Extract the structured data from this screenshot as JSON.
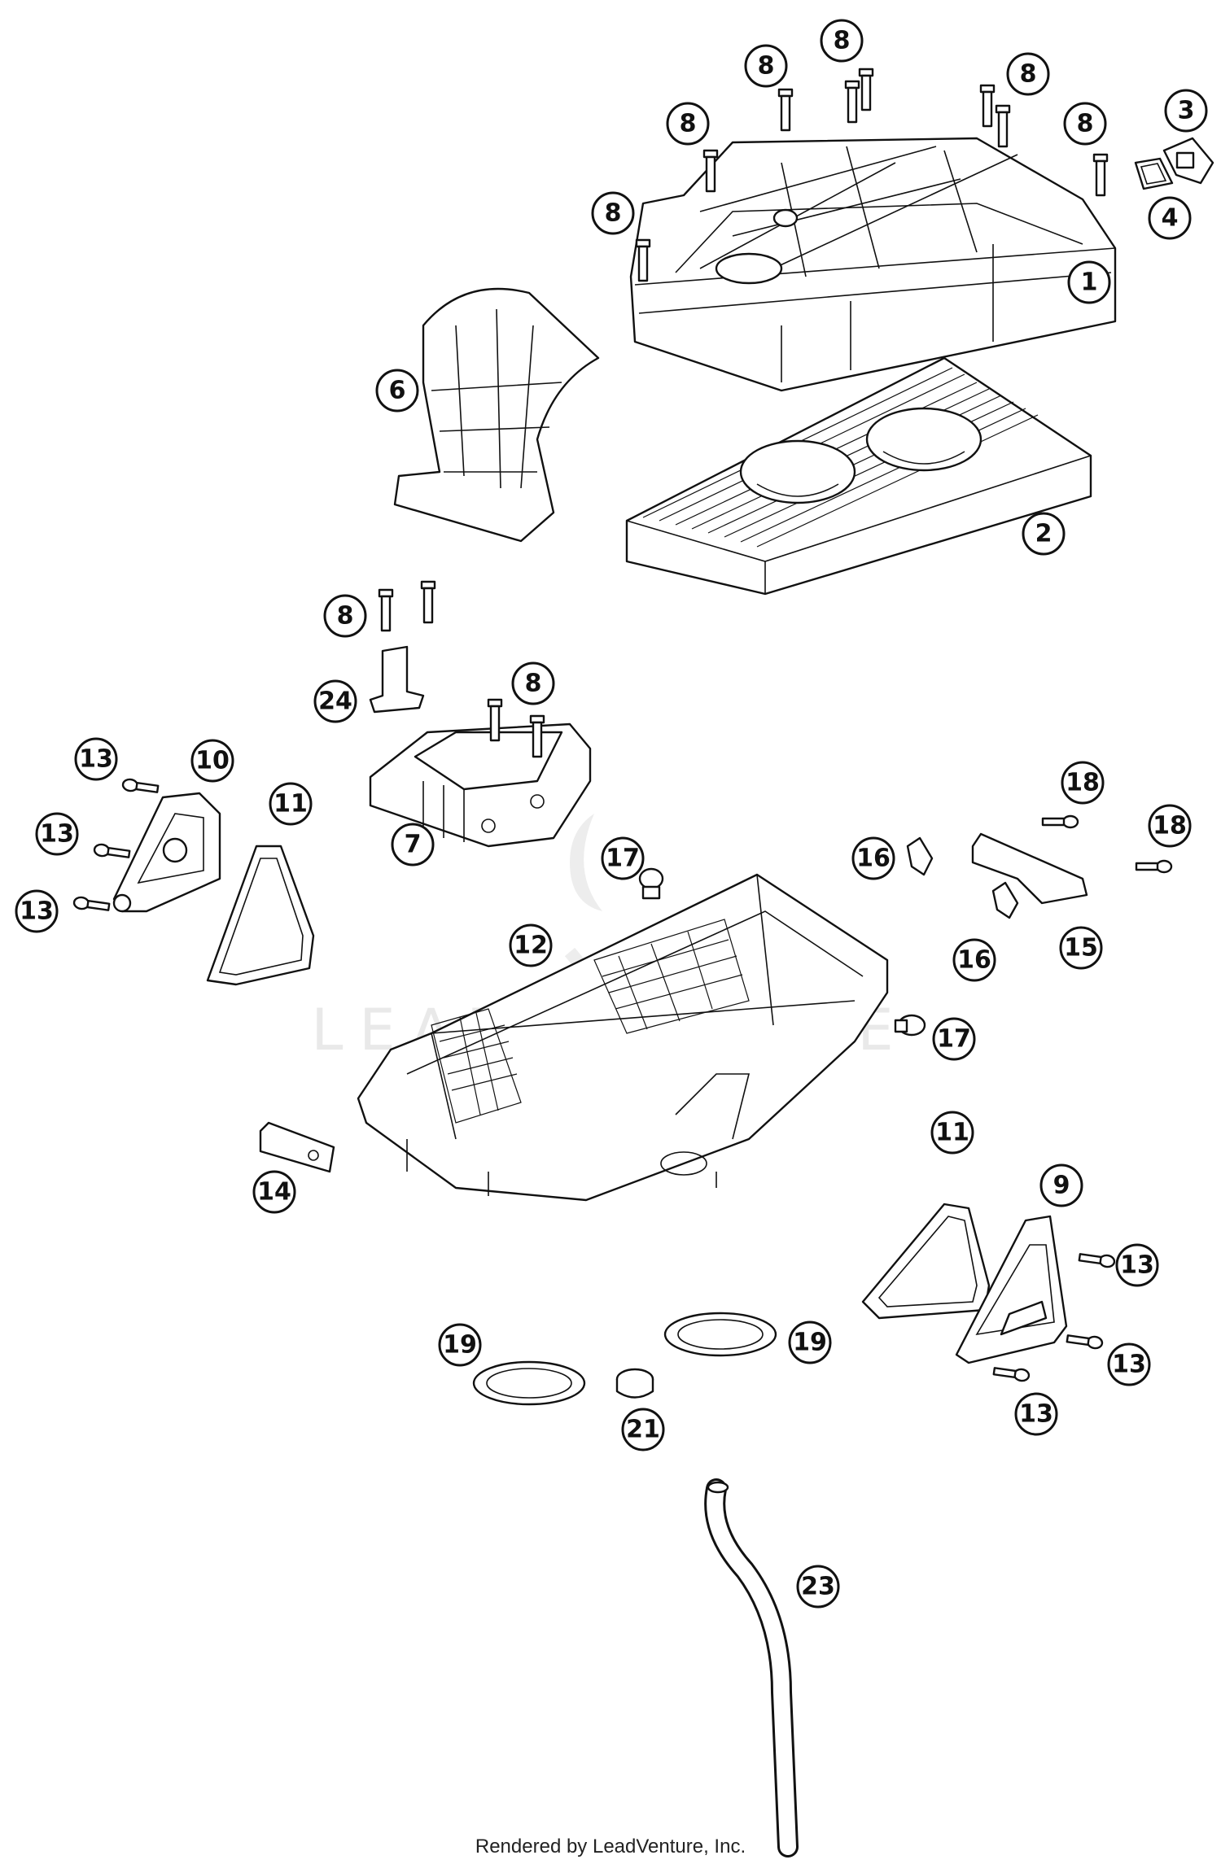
{
  "credit": "Rendered by LeadVenture, Inc.",
  "callouts": [
    {
      "id": "c1",
      "label": "1"
    },
    {
      "id": "c2",
      "label": "2"
    },
    {
      "id": "c3",
      "label": "3"
    },
    {
      "id": "c4",
      "label": "4"
    },
    {
      "id": "c6",
      "label": "6"
    },
    {
      "id": "c7",
      "label": "7"
    },
    {
      "id": "c8a",
      "label": "8"
    },
    {
      "id": "c8b",
      "label": "8"
    },
    {
      "id": "c8c",
      "label": "8"
    },
    {
      "id": "c8d",
      "label": "8"
    },
    {
      "id": "c8e",
      "label": "8"
    },
    {
      "id": "c8f",
      "label": "8"
    },
    {
      "id": "c8g",
      "label": "8"
    },
    {
      "id": "c8h",
      "label": "8"
    },
    {
      "id": "c9",
      "label": "9"
    },
    {
      "id": "c10",
      "label": "10"
    },
    {
      "id": "c11a",
      "label": "11"
    },
    {
      "id": "c11b",
      "label": "11"
    },
    {
      "id": "c12",
      "label": "12"
    },
    {
      "id": "c13a",
      "label": "13"
    },
    {
      "id": "c13b",
      "label": "13"
    },
    {
      "id": "c13c",
      "label": "13"
    },
    {
      "id": "c13d",
      "label": "13"
    },
    {
      "id": "c13e",
      "label": "13"
    },
    {
      "id": "c13f",
      "label": "13"
    },
    {
      "id": "c14",
      "label": "14"
    },
    {
      "id": "c15",
      "label": "15"
    },
    {
      "id": "c16a",
      "label": "16"
    },
    {
      "id": "c16b",
      "label": "16"
    },
    {
      "id": "c17a",
      "label": "17"
    },
    {
      "id": "c17b",
      "label": "17"
    },
    {
      "id": "c18a",
      "label": "18"
    },
    {
      "id": "c18b",
      "label": "18"
    },
    {
      "id": "c19a",
      "label": "19"
    },
    {
      "id": "c19b",
      "label": "19"
    },
    {
      "id": "c21",
      "label": "21"
    },
    {
      "id": "c23",
      "label": "23"
    },
    {
      "id": "c24",
      "label": "24"
    }
  ]
}
